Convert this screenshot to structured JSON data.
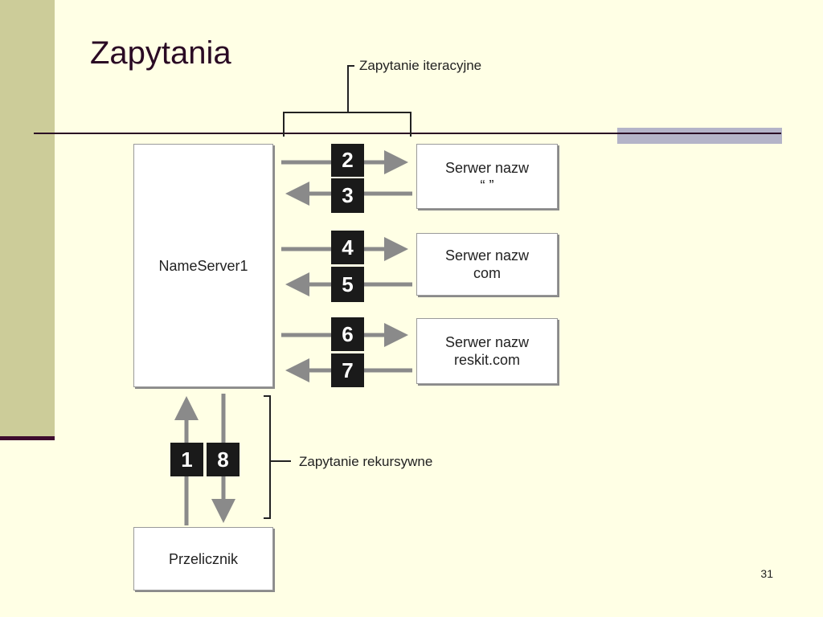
{
  "slide": {
    "title": "Zapytania",
    "page_number": "31"
  },
  "colors": {
    "background": "#ffffe5",
    "sidebar": "#cccc99",
    "rule": "#2a0a24",
    "arrow": "#8a8a8a",
    "step_box": "#1a1a1a"
  },
  "diagram": {
    "nameserver_label": "NameServer1",
    "resolver_label": "Przelicznik",
    "iterative_label": "Zapytanie iteracyjne",
    "recursive_label": "Zapytanie rekursywne",
    "servers": [
      {
        "label": "Serwer nazw\n“    ”",
        "query_step": "2",
        "reply_step": "3"
      },
      {
        "label": "Serwer nazw\ncom",
        "query_step": "4",
        "reply_step": "5"
      },
      {
        "label": "Serwer nazw\nreskit.com",
        "query_step": "6",
        "reply_step": "7"
      }
    ],
    "recursive_steps": {
      "up": "1",
      "down": "8"
    }
  }
}
